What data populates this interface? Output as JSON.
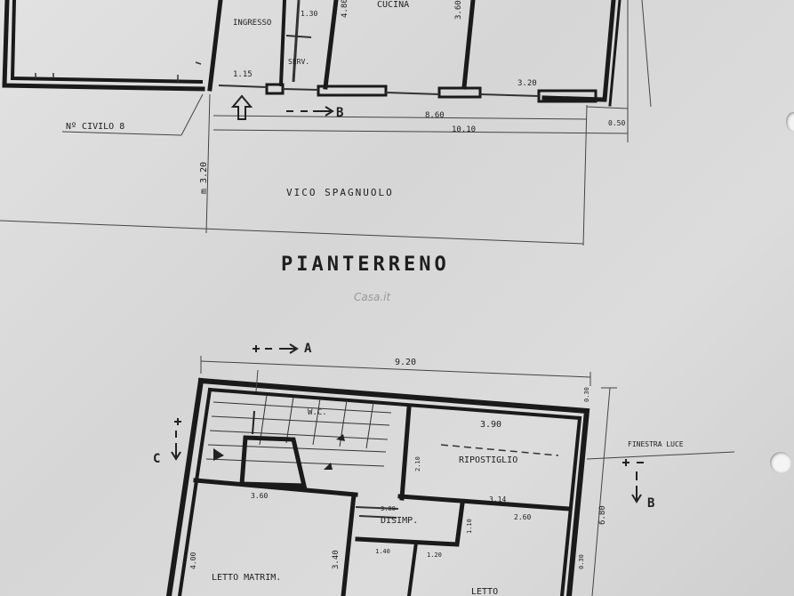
{
  "ground_floor": {
    "title": "PIANTERRENO",
    "rooms": {
      "entrance": "INGRESSO",
      "kitchen": "CUCINA",
      "service": "SERV."
    },
    "street_number": "Nº CIVILO 8",
    "street_name": "VICO SPAGNUOLO",
    "section_marker": "B",
    "dimensions": {
      "entrance_width": "1.15",
      "service_width": "1.30",
      "kitchen_depth": "4.80",
      "wall_depth": "3.60",
      "right_width": "3.20",
      "front_span": "8.60",
      "total_span": "10.10",
      "offset": "0.50",
      "street_width": "m 3.20"
    }
  },
  "upper_floor": {
    "rooms": {
      "storage": "RIPOSTIGLIO",
      "bath": "W.C.",
      "master_bed": "LETTO MATRIM.",
      "bed": "LETTO",
      "hall": "DISIMP."
    },
    "light_window": "FINESTRA LUCE",
    "section_markers": {
      "a": "A",
      "b": "B",
      "c": "C"
    },
    "dimensions": {
      "top_width": "9.20",
      "storage_width": "3.90",
      "storage_depth": "2.10",
      "right_depth": "0.30",
      "hall_width": "3.14",
      "small_width": "2.60",
      "left_width": "3.60",
      "hall_small": "3.00",
      "bed_width": "3.60",
      "corridor_a": "1.40",
      "corridor_b": "1.20",
      "hall_depth": "1.10",
      "bed_depth": "4.00",
      "mid_depth": "3.40",
      "right_total": "6.80",
      "right_lower": "0.30"
    }
  },
  "watermark": "Casa.it"
}
